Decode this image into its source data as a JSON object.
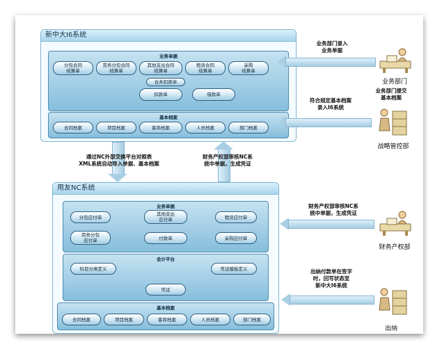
{
  "top_system": {
    "title": "新中大I6系统",
    "business": {
      "title": "业务单据",
      "items": [
        "分包合同\n结算单",
        "劳务分包合同\n结算单",
        "其他支出合同\n结算单",
        "租赁合同\n结算单",
        "采购\n结算单"
      ],
      "merge": "合并扣款单",
      "deduct": "扣款单",
      "debit": "借款单"
    },
    "archives": {
      "title": "基本档案",
      "items": [
        "合同档案",
        "项目档案",
        "客商档案",
        "人员档案",
        "部门档案"
      ]
    }
  },
  "bottom_system": {
    "title": "用友NC系统",
    "business": {
      "title": "业务单据",
      "items": [
        "分包应付单",
        "其他支出\n应付单",
        "租赁应付单",
        "劳务分包\n应付单",
        "付款单",
        "采购应付单"
      ]
    },
    "accounting": {
      "title": "会计平台",
      "subject_map": "科目分类定义",
      "voucher_template": "凭证模板定义",
      "voucher": "凭证"
    },
    "archives": {
      "title": "基本档案",
      "items": [
        "合同档案",
        "项目档案",
        "客商档案",
        "人员档案",
        "部门档案"
      ]
    }
  },
  "flows": {
    "down": "通过NC外部交换平台对照表\nXML系统自动导入单据、基本档案",
    "up": "财务产权部审核NC系\n统中单据，生成凭证",
    "biz_entry": "业务部门录入\n业务单据",
    "strategy_entry": "业务部门提交\n基本档案",
    "strategy_entry2": "符合规定基本档案\n录入I6系统",
    "finance": "财务产权部审核NC系\n统中单据，生成凭证",
    "cashier": "出纳付款单在签字\n时，回写状态至\n新中大I6系统"
  },
  "actors": {
    "business_dept": "业务部门",
    "strategy_dept": "战略管控部",
    "finance_dept": "财务产权部",
    "cashier": "出纳"
  },
  "colors": {
    "node_border": "#2d5f82",
    "panel": "#86bedb",
    "arrow": "#a9cfe4"
  }
}
